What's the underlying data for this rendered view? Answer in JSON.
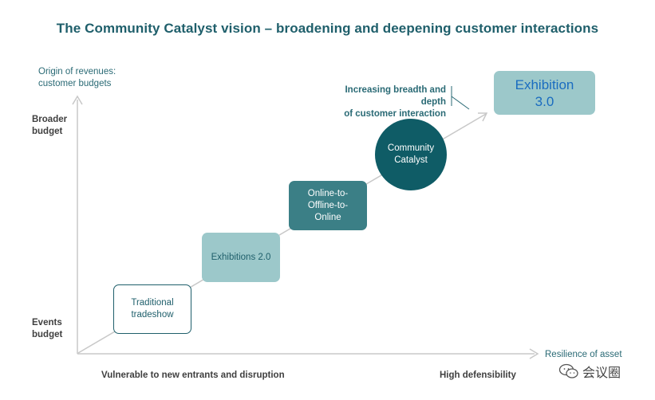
{
  "title": "The Community Catalyst vision – broadening and deepening customer interactions",
  "y_axis": {
    "title_line1": "Origin of revenues:",
    "title_line2": "customer budgets",
    "top_label_line1": "Broader",
    "top_label_line2": "budget",
    "bottom_label_line1": "Events",
    "bottom_label_line2": "budget"
  },
  "x_axis": {
    "title": "Resilience of asset",
    "left_label": "Vulnerable to new entrants and disruption",
    "right_label": "High defensibility"
  },
  "annotation": {
    "line1": "Increasing breadth and depth",
    "line2": "of customer interaction"
  },
  "stages": [
    {
      "line1": "Traditional",
      "line2": "tradeshow",
      "line3": ""
    },
    {
      "line1": "Exhibitions 2.0",
      "line2": "",
      "line3": ""
    },
    {
      "line1": "Online-to-",
      "line2": "Offline-to-",
      "line3": "Online"
    },
    {
      "line1": "Community",
      "line2": "Catalyst",
      "line3": ""
    },
    {
      "line1": "Exhibition",
      "line2": "3.0",
      "line3": ""
    }
  ],
  "watermark": {
    "text": "会议圈",
    "icon": "wechat-icon"
  },
  "colors": {
    "title": "#1f5f6b",
    "light_teal": "#9cc8ca",
    "mid_teal": "#3b7f86",
    "dark_teal": "#0f5c66",
    "highlight_text": "#1a6cc0",
    "axis": "#c8c8c8"
  }
}
